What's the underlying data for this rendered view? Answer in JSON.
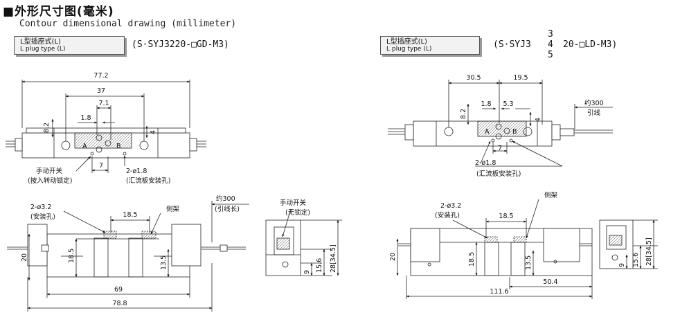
{
  "header": {
    "title_cn": "■外形尺寸图(毫米)",
    "title_en": "Contour dimensional drawing (millimeter)"
  },
  "left": {
    "plug_label_cn": "L型插座式(L)",
    "plug_label_en": "L plug type (L)",
    "model": "(S·SYJ3220-□GD-M3)",
    "top_view": {
      "dim_overall": "77.2",
      "dim_37": "37",
      "dim_7_1": "7.1",
      "dim_1_8": "1.8",
      "dim_8_2": "8.2",
      "dim_4": "4",
      "dim_7": "7",
      "port_a": "A",
      "port_b": "B",
      "label_manual": "手动开关",
      "label_manual_sub": "(按入转动锁定)",
      "label_holes": "2-ø1.8",
      "label_holes_sub": "(汇流板安装孔)"
    },
    "front_view": {
      "label_mount": "2-ø3.2",
      "label_mount_sub": "(安装孔)",
      "dim_18_5_top": "18.5",
      "label_bracket": "侧架",
      "label_wire": "约300",
      "label_wire_sub": "(引线长)",
      "dim_20": "20",
      "dim_18_5": "18.5",
      "dim_13_5": "13.5",
      "dim_69": "69",
      "dim_78_8": "78.8"
    },
    "side_view": {
      "label_manual": "手动开关",
      "label_manual_sub": "(无锁定)",
      "dim_9": "9",
      "dim_15_6": "15.6",
      "dim_28": "28[34.5]"
    }
  },
  "right": {
    "plug_label_cn": "L型插座式(L)",
    "plug_label_en": "L plug type (L)",
    "model_prefix": "(S·SYJ3",
    "model_options": [
      "3",
      "4",
      "5"
    ],
    "model_suffix": "20-□LD-M3)",
    "top_view": {
      "dim_30_5": "30.5",
      "dim_19_5": "19.5",
      "dim_1_8": "1.8",
      "dim_5_3": "5.3",
      "dim_8_2": "8.2",
      "dim_4": "4",
      "dim_7": "7",
      "port_a": "A",
      "port_b": "B",
      "label_wire": "约300",
      "label_wire_sub": "引线",
      "label_holes": "2-ø1.8",
      "label_holes_sub": "(汇流板安装孔)"
    },
    "front_view": {
      "label_mount": "2-ø3.2",
      "label_mount_sub": "(安装孔)",
      "label_bracket": "侧架",
      "dim_18_5_top": "18.5",
      "dim_20": "20",
      "dim_18_5": "18.5",
      "dim_13_5": "13.5",
      "dim_50_4": "50.4",
      "dim_111_6": "111.6"
    },
    "side_view": {
      "dim_9": "9",
      "dim_15_6": "15.6",
      "dim_28": "28[34.5]"
    }
  }
}
